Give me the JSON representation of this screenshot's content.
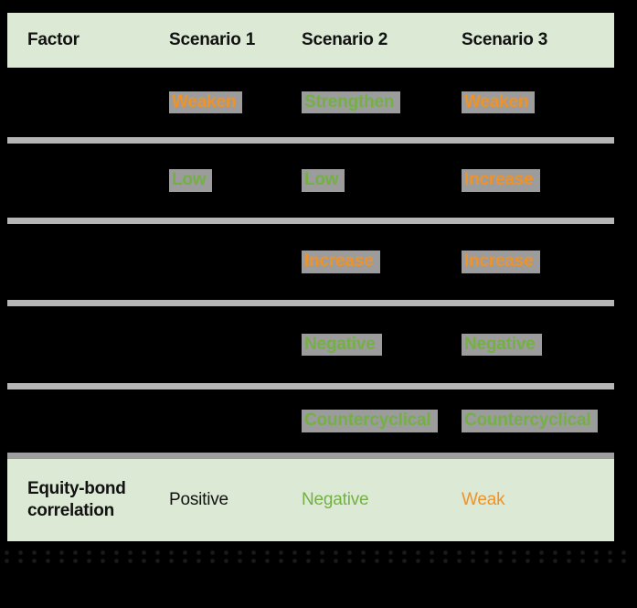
{
  "table": {
    "columns": [
      "Factor",
      "Scenario 1",
      "Scenario 2",
      "Scenario 3"
    ],
    "rows": [
      {
        "factor": "",
        "cells": [
          {
            "text": "Weaken",
            "color": "orange"
          },
          {
            "text": "Strengthen",
            "color": "green"
          },
          {
            "text": "Weaken",
            "color": "orange"
          }
        ]
      },
      {
        "factor": "",
        "cells": [
          {
            "text": "Low",
            "color": "green"
          },
          {
            "text": "Low",
            "color": "green"
          },
          {
            "text": "Increase",
            "color": "orange"
          }
        ]
      },
      {
        "factor": "",
        "cells": [
          {
            "text": "",
            "color": "none"
          },
          {
            "text": "Increase",
            "color": "orange"
          },
          {
            "text": "Increase",
            "color": "orange"
          }
        ]
      },
      {
        "factor": "",
        "cells": [
          {
            "text": "",
            "color": "none"
          },
          {
            "text": "Negative",
            "color": "green"
          },
          {
            "text": "Negative",
            "color": "green"
          }
        ]
      },
      {
        "factor": "",
        "cells": [
          {
            "text": "",
            "color": "none"
          },
          {
            "text": "Countercyclical",
            "color": "green"
          },
          {
            "text": "Countercyclical",
            "color": "green"
          }
        ]
      }
    ],
    "summary_row": {
      "factor": "Equity-bond correlation",
      "cells": [
        {
          "text": "Positive",
          "color": "black"
        },
        {
          "text": "Negative",
          "color": "green"
        },
        {
          "text": "Weak",
          "color": "orange"
        }
      ]
    }
  },
  "colors": {
    "background": "#000000",
    "header_bg": "#dce9d5",
    "summary_bg": "#dce9d5",
    "divider_gray": "#b5b5b5",
    "divider_dark_gray": "#9e9e9e",
    "value_orange": "#ef9329",
    "value_green": "#74b043",
    "text_dark": "#121212",
    "chip_gray": "#9c9c9c"
  }
}
